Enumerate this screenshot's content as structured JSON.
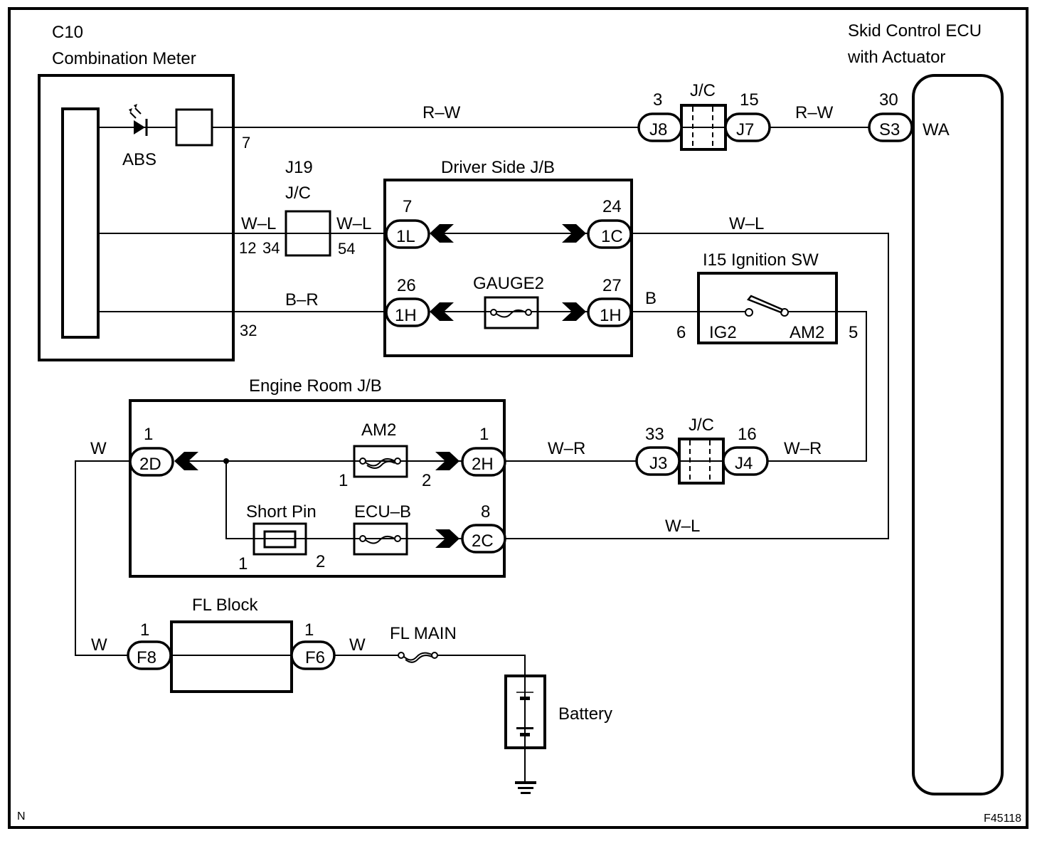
{
  "diagram": {
    "type": "wiring-diagram",
    "figure_id": "F45118",
    "corner_mark": "N",
    "colors": {
      "line": "#000000",
      "background": "#ffffff"
    },
    "components": {
      "combination_meter": {
        "code": "C10",
        "name": "Combination Meter",
        "indicator": "ABS",
        "pins": {
          "r_w": "7",
          "w_l": "12",
          "b_r": "32"
        }
      },
      "skid_control_ecu": {
        "name_line1": "Skid Control ECU",
        "name_line2": "with Actuator",
        "pin_label": "WA"
      },
      "j19_jc": {
        "code": "J19",
        "type": "J/C",
        "pin_left": "34",
        "pin_right": "54"
      },
      "jc_top": {
        "type": "J/C",
        "left_connector": "J8",
        "left_pin": "3",
        "right_connector": "J7",
        "right_pin": "15"
      },
      "ecu_connector": {
        "connector": "S3",
        "pin": "30"
      },
      "driver_side_jb": {
        "name": "Driver Side J/B",
        "fuse": "GAUGE2",
        "connectors": [
          {
            "id": "1L",
            "pin": "7"
          },
          {
            "id": "1C",
            "pin": "24"
          },
          {
            "id": "1H",
            "pin": "26"
          },
          {
            "id": "1H",
            "pin": "27"
          }
        ]
      },
      "ignition_switch": {
        "name": "I15 Ignition SW",
        "left_terminal": "IG2",
        "right_terminal": "AM2",
        "left_pin": "6",
        "right_pin": "5"
      },
      "engine_room_jb": {
        "name": "Engine Room J/B",
        "fuse_am2": {
          "name": "AM2",
          "pin_in": "1",
          "pin_out": "2"
        },
        "short_pin": {
          "name": "Short Pin",
          "pin_in": "1",
          "pin_out": "2"
        },
        "fuse_ecu_b": {
          "name": "ECU–B"
        },
        "connectors": [
          {
            "id": "2D",
            "pin": "1"
          },
          {
            "id": "2H",
            "pin": "1"
          },
          {
            "id": "2C",
            "pin": "8"
          }
        ]
      },
      "jc_mid": {
        "type": "J/C",
        "left_connector": "J3",
        "left_pin": "33",
        "right_connector": "J4",
        "right_pin": "16"
      },
      "fl_block": {
        "name": "FL Block",
        "left_connector": "F8",
        "left_pin": "1",
        "right_connector": "F6",
        "right_pin": "1"
      },
      "fl_main": {
        "name": "FL MAIN"
      },
      "battery": {
        "name": "Battery"
      }
    },
    "wire_colors": {
      "meter_to_ecu": "R–W",
      "jc_to_ecu": "R–W",
      "meter_to_j19": "W–L",
      "j19_to_jb": "W–L",
      "jb_1c_out": "W–L",
      "meter_to_jb_1h": "B–R",
      "jb_to_ignition": "B",
      "erjb_2h_out": "W–R",
      "jc_to_ignition": "W–R",
      "erjb_2c_out": "W–L",
      "erjb_2d_in": "W",
      "fl_block_left": "W",
      "fl_block_right": "W"
    }
  }
}
